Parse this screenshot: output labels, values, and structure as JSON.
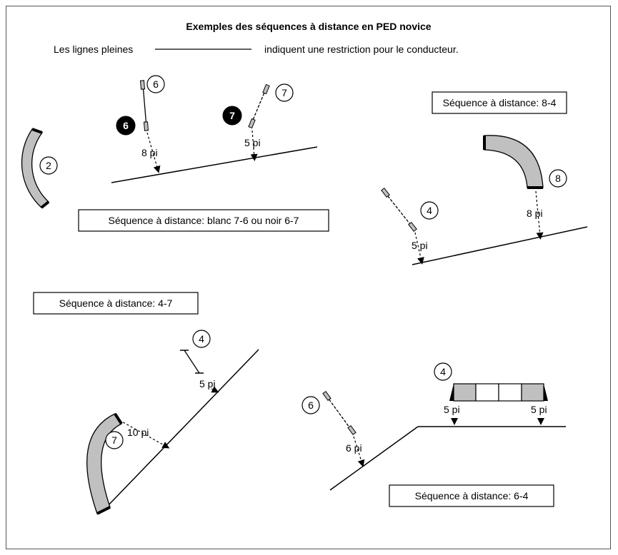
{
  "title": "Exemples des séquences à distance en PED novice",
  "legend": {
    "before": "Les lignes pleines",
    "after": "indiquent une restriction pour le conducteur."
  },
  "sequence_boxes": {
    "s1": "Séquence à distance: blanc 7-6 ou noir 6-7",
    "s2": "Séquence à distance: 8-4",
    "s3": "Séquence à distance: 4-7",
    "s4": "Séquence à distance: 6-4"
  },
  "numbers": {
    "n2": "2",
    "n6_white": "6",
    "n6_black": "6",
    "n7_white": "7",
    "n7_black": "7",
    "n8": "8",
    "n4_a": "4",
    "n4_b": "4",
    "n7_c": "7",
    "n6_c": "6",
    "n4_c": "4"
  },
  "distances": {
    "d8pi_a": "8 pi",
    "d5pi_a": "5 pi",
    "d8pi_b": "8 pi",
    "d5pi_b": "5 pi",
    "d5pi_c": "5 pi",
    "d10pi": "10 pi",
    "d6pi": "6 pi",
    "d5pi_d": "5 pi",
    "d5pi_e": "5 pi"
  },
  "colors": {
    "tunnel_fill": "#c0c0c0",
    "stroke": "#000000"
  }
}
